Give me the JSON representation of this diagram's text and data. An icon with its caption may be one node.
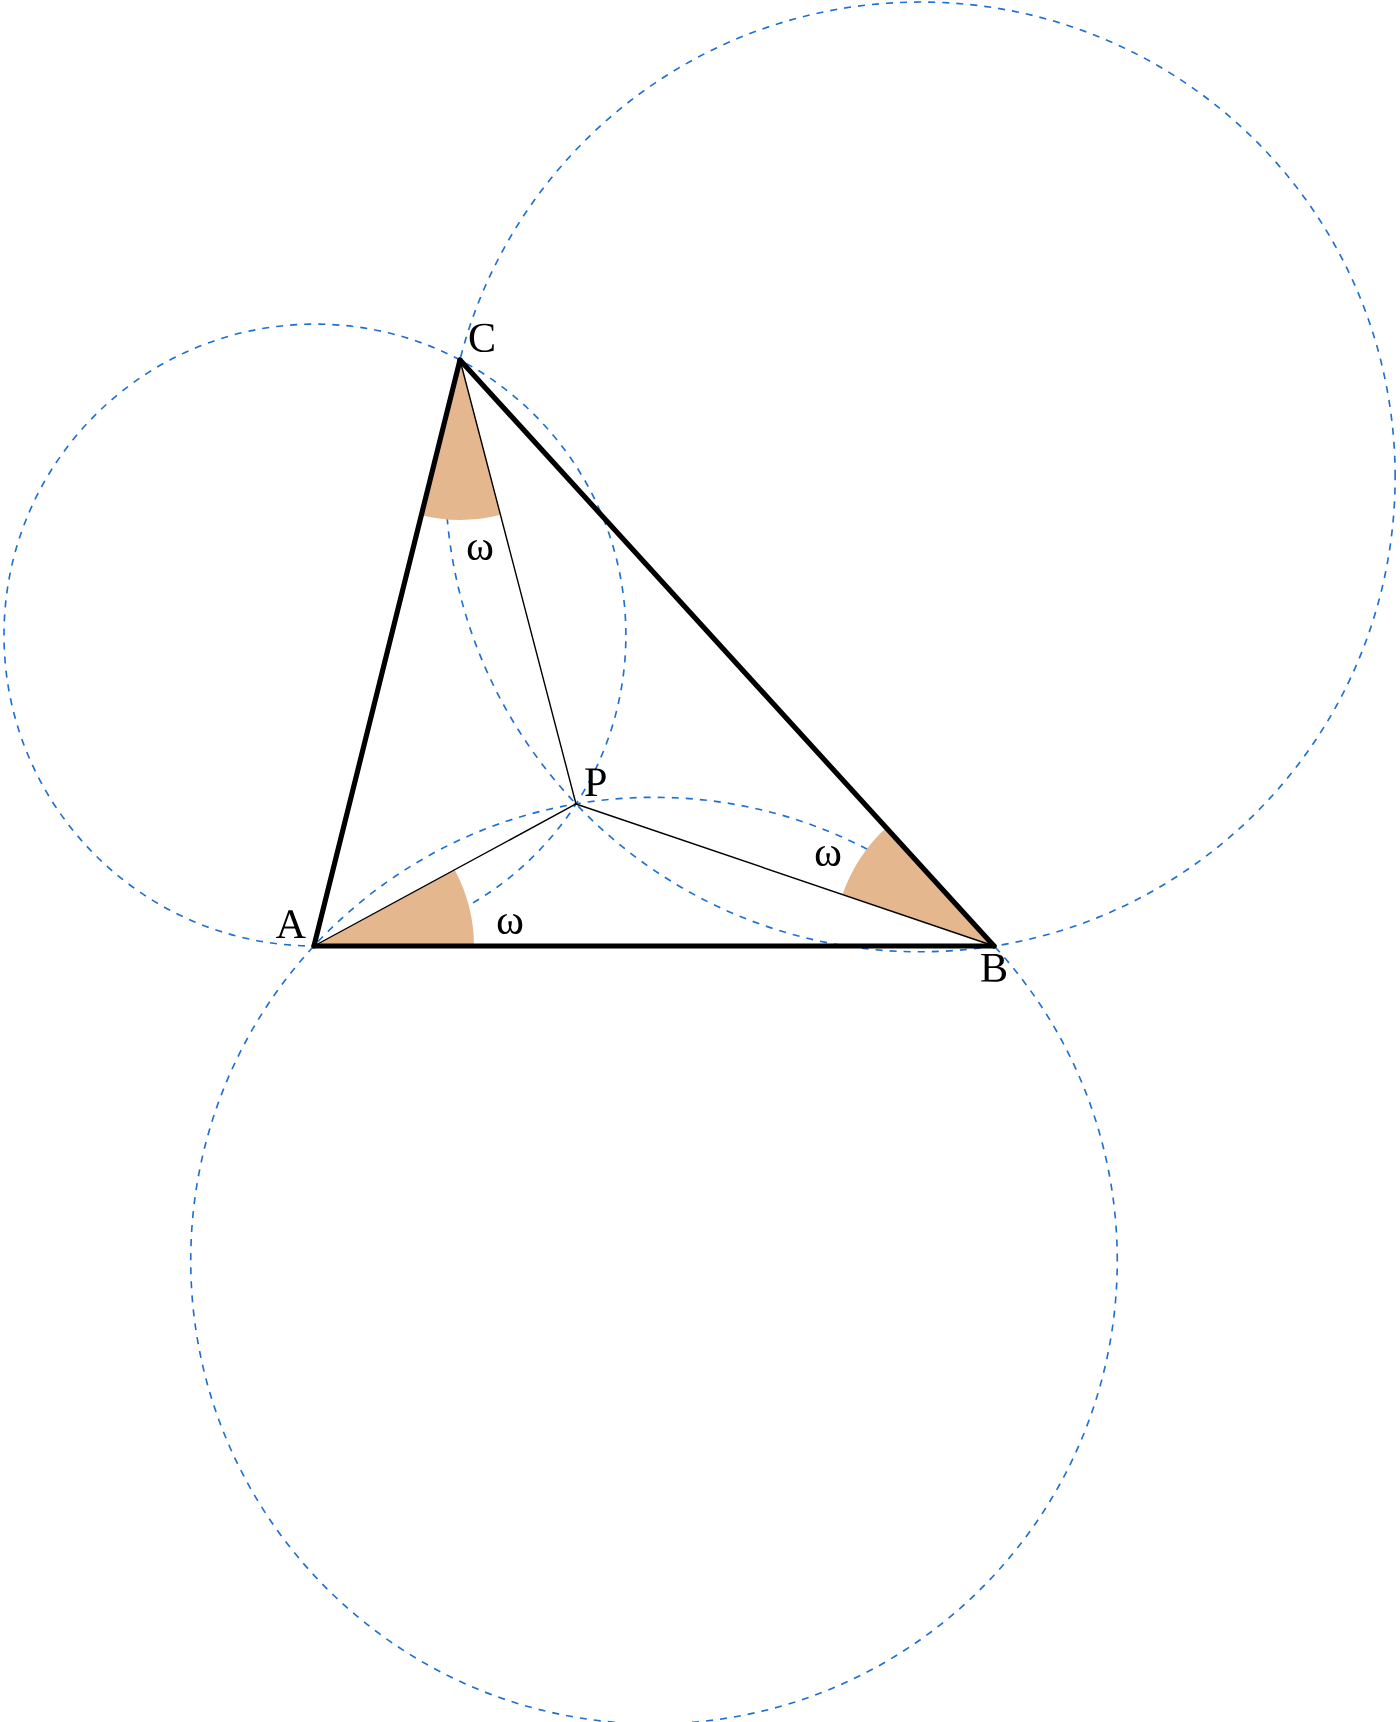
{
  "diagram": {
    "nodes": [
      {
        "text": [
          "A"
        ]
      },
      {
        "text": [
          "B"
        ]
      },
      {
        "text": [
          "C"
        ]
      },
      {
        "text": [
          "P"
        ]
      }
    ],
    "edges": [
      {
        "from": 0,
        "to": 1,
        "arrow": "none",
        "style": "thick"
      },
      {
        "from": 1,
        "to": 2,
        "arrow": "none",
        "style": "thick"
      },
      {
        "from": 2,
        "to": 0,
        "arrow": "none",
        "style": "thick"
      },
      {
        "from": 0,
        "to": 3,
        "arrow": "none"
      },
      {
        "from": 1,
        "to": 3,
        "arrow": "none"
      },
      {
        "from": 2,
        "to": 3,
        "arrow": "none"
      }
    ],
    "labels": [
      "ω",
      "ω",
      "ω"
    ]
  }
}
